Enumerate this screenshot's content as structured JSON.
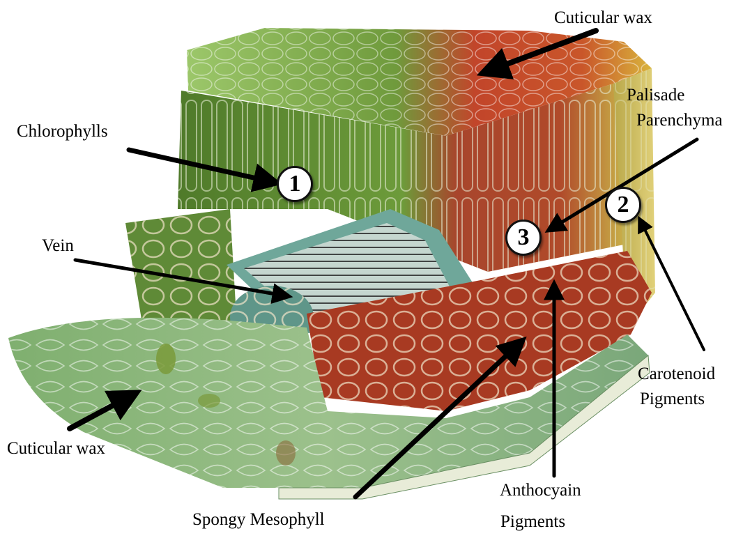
{
  "labels": {
    "cuticular_wax_top": "Cuticular wax",
    "chlorophylls": "Chlorophylls",
    "palisade_line1": "Palisade",
    "palisade_line2": "Parenchyma",
    "vein": "Vein",
    "carotenoid_line1": "Carotenoid",
    "carotenoid_line2": "Pigments",
    "cuticular_wax_bottom": "Cuticular wax",
    "anthocyain_line1": "Anthocyain",
    "anthocyain_line2": "Pigments",
    "spongy_mesophyll": "Spongy Mesophyll"
  },
  "markers": {
    "one": "1",
    "two": "2",
    "three": "3"
  },
  "colors": {
    "leaf_green_dark": "#4f7a2a",
    "leaf_green_light": "#9cc76a",
    "wax_top_red": "#c2452a",
    "wax_top_yellow": "#d9b43c",
    "anthocyanin_red": "#b8361f",
    "vein_teal": "#6fa79a",
    "lower_epidermis": "#8fb98a",
    "arrow": "#000000"
  }
}
